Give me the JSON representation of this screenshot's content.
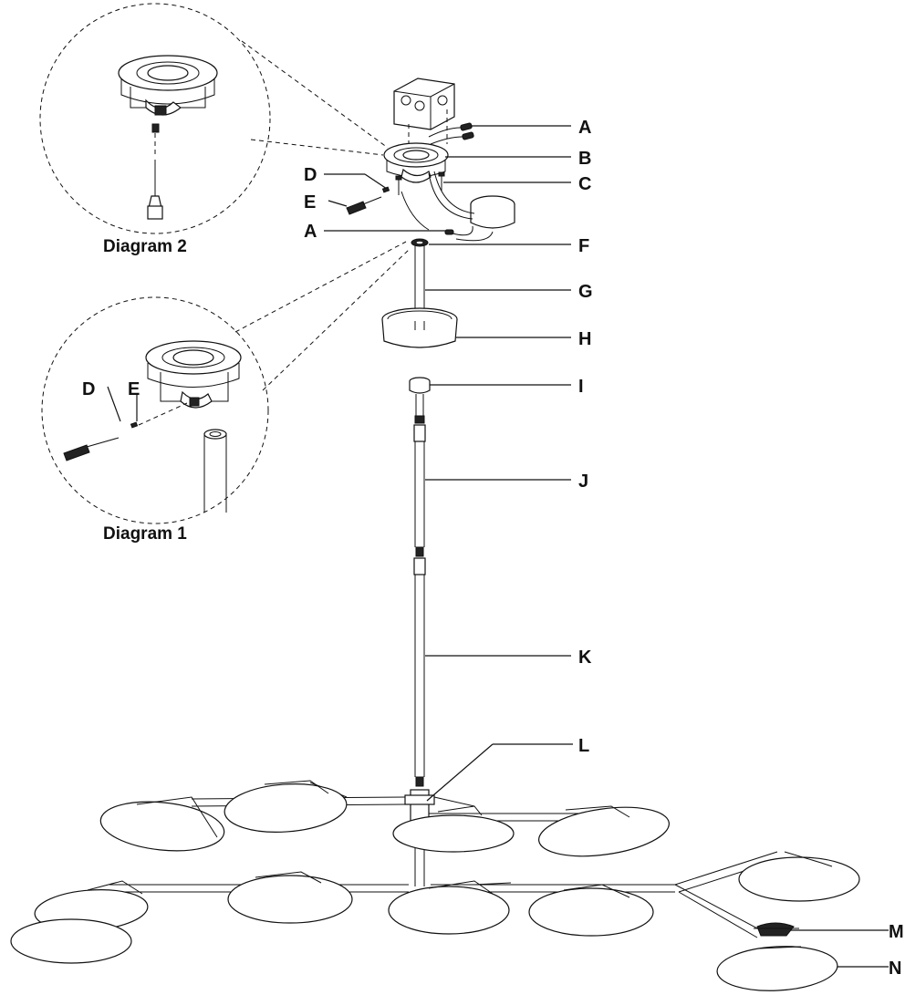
{
  "labels": {
    "A": "A",
    "B": "B",
    "C": "C",
    "D": "D",
    "E": "E",
    "F": "F",
    "G": "G",
    "H": "H",
    "I": "I",
    "J": "J",
    "K": "K",
    "L": "L",
    "M": "M",
    "N": "N"
  },
  "diagrams": {
    "diagram1": "Diagram 1",
    "diagram2": "Diagram 2"
  },
  "colors": {
    "ink": "#111111",
    "background": "#ffffff"
  }
}
